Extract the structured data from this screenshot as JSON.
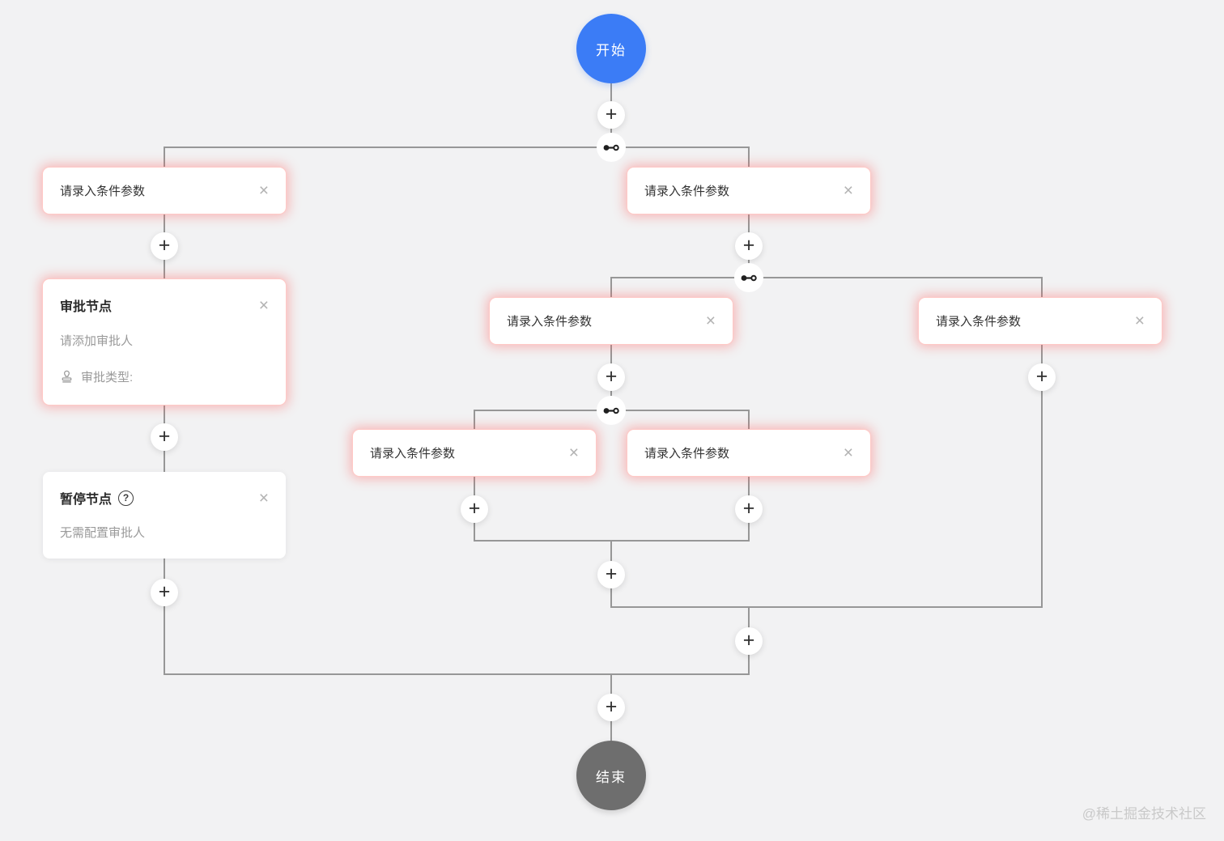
{
  "watermark": "@稀土掘金技术社区",
  "flow": {
    "start_label": "开始",
    "end_label": "结束",
    "condition": {
      "placeholder": "请录入条件参数"
    },
    "approval": {
      "title": "审批节点",
      "assignee_hint": "请添加审批人",
      "type_label": "审批类型:"
    },
    "pause": {
      "title": "暂停节点",
      "hint": "无需配置审批人"
    }
  },
  "icons": {
    "plus": "+",
    "close": "×",
    "help": "?"
  },
  "colors": {
    "background": "#f2f2f3",
    "start_node": "#3b7cf6",
    "end_node": "#6e6e6e",
    "line": "#979797",
    "error_glow": "#ff5a5a"
  }
}
